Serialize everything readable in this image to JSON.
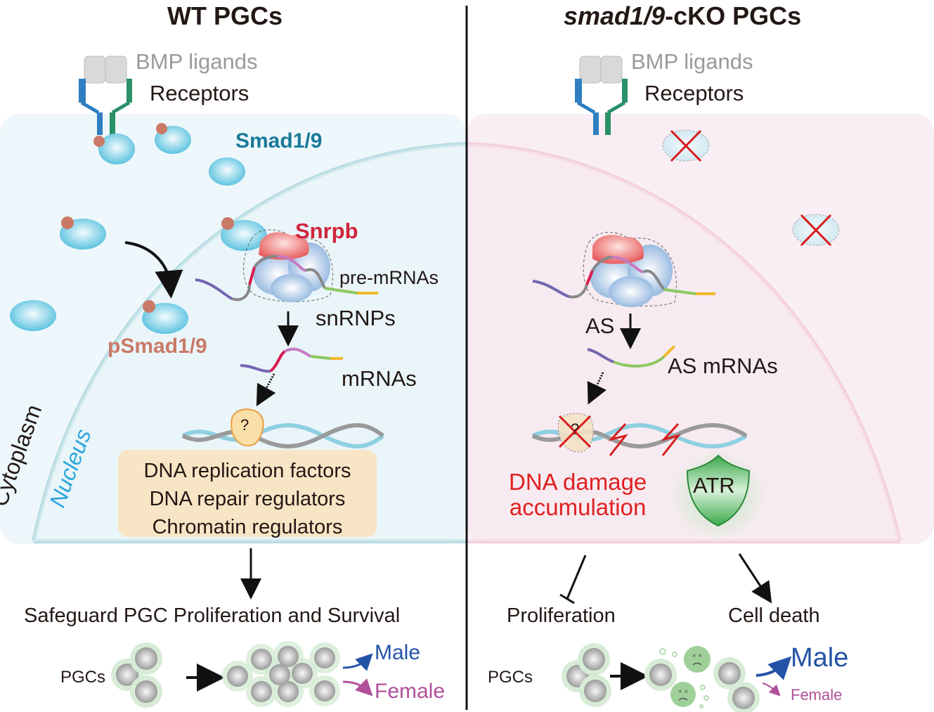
{
  "panels": {
    "wt": {
      "title": "WT PGCs",
      "bmp_ligands": "BMP ligands",
      "receptors": "Receptors",
      "smad": "Smad1/9",
      "psmad": "pSmad1/9",
      "snrpb": "Snrpb",
      "pre_mrnas": "pre-mRNAs",
      "snrnps": "snRNPs",
      "mrnas": "mRNAs",
      "unknown_factor": "?",
      "targets": [
        "DNA replication factors",
        "DNA repair regulators",
        "Chromatin regulators"
      ],
      "cytoplasm": "Cytoplasm",
      "nucleus": "Nucleus",
      "outcome": "Safeguard PGC Proliferation and Survival",
      "pgcs": "PGCs",
      "male": "Male",
      "female": "Female"
    },
    "cko": {
      "title_italic": "smad1/9",
      "title_rest": "-cKO PGCs",
      "bmp_ligands": "BMP ligands",
      "receptors": "Receptors",
      "as": "AS",
      "as_mrnas": "AS mRNAs",
      "unknown_factor": "?",
      "dna_damage_1": "DNA damage",
      "dna_damage_2": "accumulation",
      "atr": "ATR",
      "proliferation": "Proliferation",
      "cell_death": "Cell death",
      "pgcs": "PGCs",
      "male": "Male",
      "female": "Female"
    }
  },
  "colors": {
    "wt_bg": "#eef7fb",
    "cko_bg": "#f8eef3",
    "smad_text": "#1a7a9a",
    "psmad_text": "#c97a66",
    "snrpb_text": "#d0253a",
    "damage_text": "#e02020",
    "male": "#2353a6",
    "female": "#b0509a",
    "nucleus_text": "#2aa6dc"
  }
}
